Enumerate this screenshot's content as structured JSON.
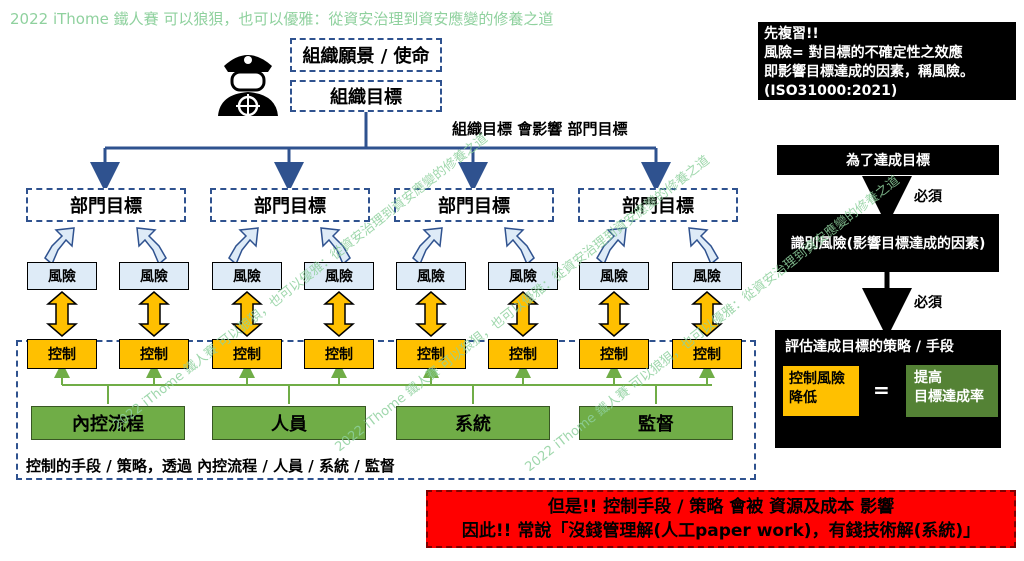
{
  "header": {
    "text": "2022 iThome 鐵人賽  可以狼狽，也可以優雅：從資安治理到資安應變的修養之道"
  },
  "org": {
    "vision": "組織願景 / 使命",
    "goal": "組織目標",
    "affects": "組織目標 會影響 部門目標"
  },
  "depts": [
    {
      "label": "部門目標",
      "risks": [
        "風險",
        "風險"
      ],
      "controls": [
        "控制",
        "控制"
      ]
    },
    {
      "label": "部門目標",
      "risks": [
        "風險",
        "風險"
      ],
      "controls": [
        "控制",
        "控制"
      ]
    },
    {
      "label": "部門目標",
      "risks": [
        "風險",
        "風險"
      ],
      "controls": [
        "控制",
        "控制"
      ]
    },
    {
      "label": "部門目標",
      "risks": [
        "風險",
        "風險"
      ],
      "controls": [
        "控制",
        "控制"
      ]
    }
  ],
  "control_means": {
    "items": [
      "內控流程",
      "人員",
      "系統",
      "監督"
    ],
    "caption": "控制的手段 / 策略，透過 內控流程 / 人員 / 系統 / 監督"
  },
  "recall": {
    "lines": [
      "先複習!!",
      "風險= 對目標的不確定性之效應",
      "即影響目標達成的因素，稱風險。",
      "(ISO31000:2021)"
    ]
  },
  "flow": {
    "step1": "為了達成目標",
    "must1": "必須",
    "step2": "識別風險(影響目標達成的因素)",
    "must2": "必須",
    "step3": "評估達成目標的策略 / 手段",
    "ctrl_risk": [
      "控制風險",
      "降低"
    ],
    "equals": "=",
    "improve": [
      "提高",
      "目標達成率"
    ]
  },
  "warning": {
    "line1": "但是!! 控制手段 / 策略 會被 資源及成本 影響",
    "line2": "因此!! 常說「沒錢管理解(人工paper work)，有錢技術解(系統)」"
  },
  "watermark": "2022 iThome 鐵人賽  可以狼狽，也可以優雅：從資安治理到資安應變的修養之道",
  "colors": {
    "line_blue": "#2f528f",
    "risk_fill": "#deebf7",
    "control_fill": "#ffc000",
    "means_fill": "#70ad47",
    "connector_green": "#70ad47",
    "warning_fill": "#ff0000",
    "improve_fill": "#548235"
  },
  "icons": {
    "leader": "captain-icon"
  }
}
